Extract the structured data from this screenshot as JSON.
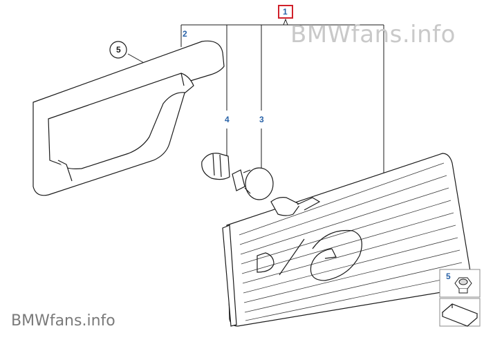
{
  "watermark": {
    "top": "BMWfans.info",
    "bottom": "BMWfans.info"
  },
  "callouts": {
    "assembly": "1",
    "housing": "2",
    "bulb": "3",
    "socket": "4",
    "gasket": "5",
    "nut": "5"
  },
  "colors": {
    "callout_text": "#2a63a8",
    "highlight_box": "#d0202a",
    "line": "#1a1a1a",
    "watermark_top": "#c9c9c9",
    "watermark_bottom": "#7a7a7a"
  },
  "icons": [
    "hex-nut-icon",
    "right-angle-bracket-icon"
  ]
}
